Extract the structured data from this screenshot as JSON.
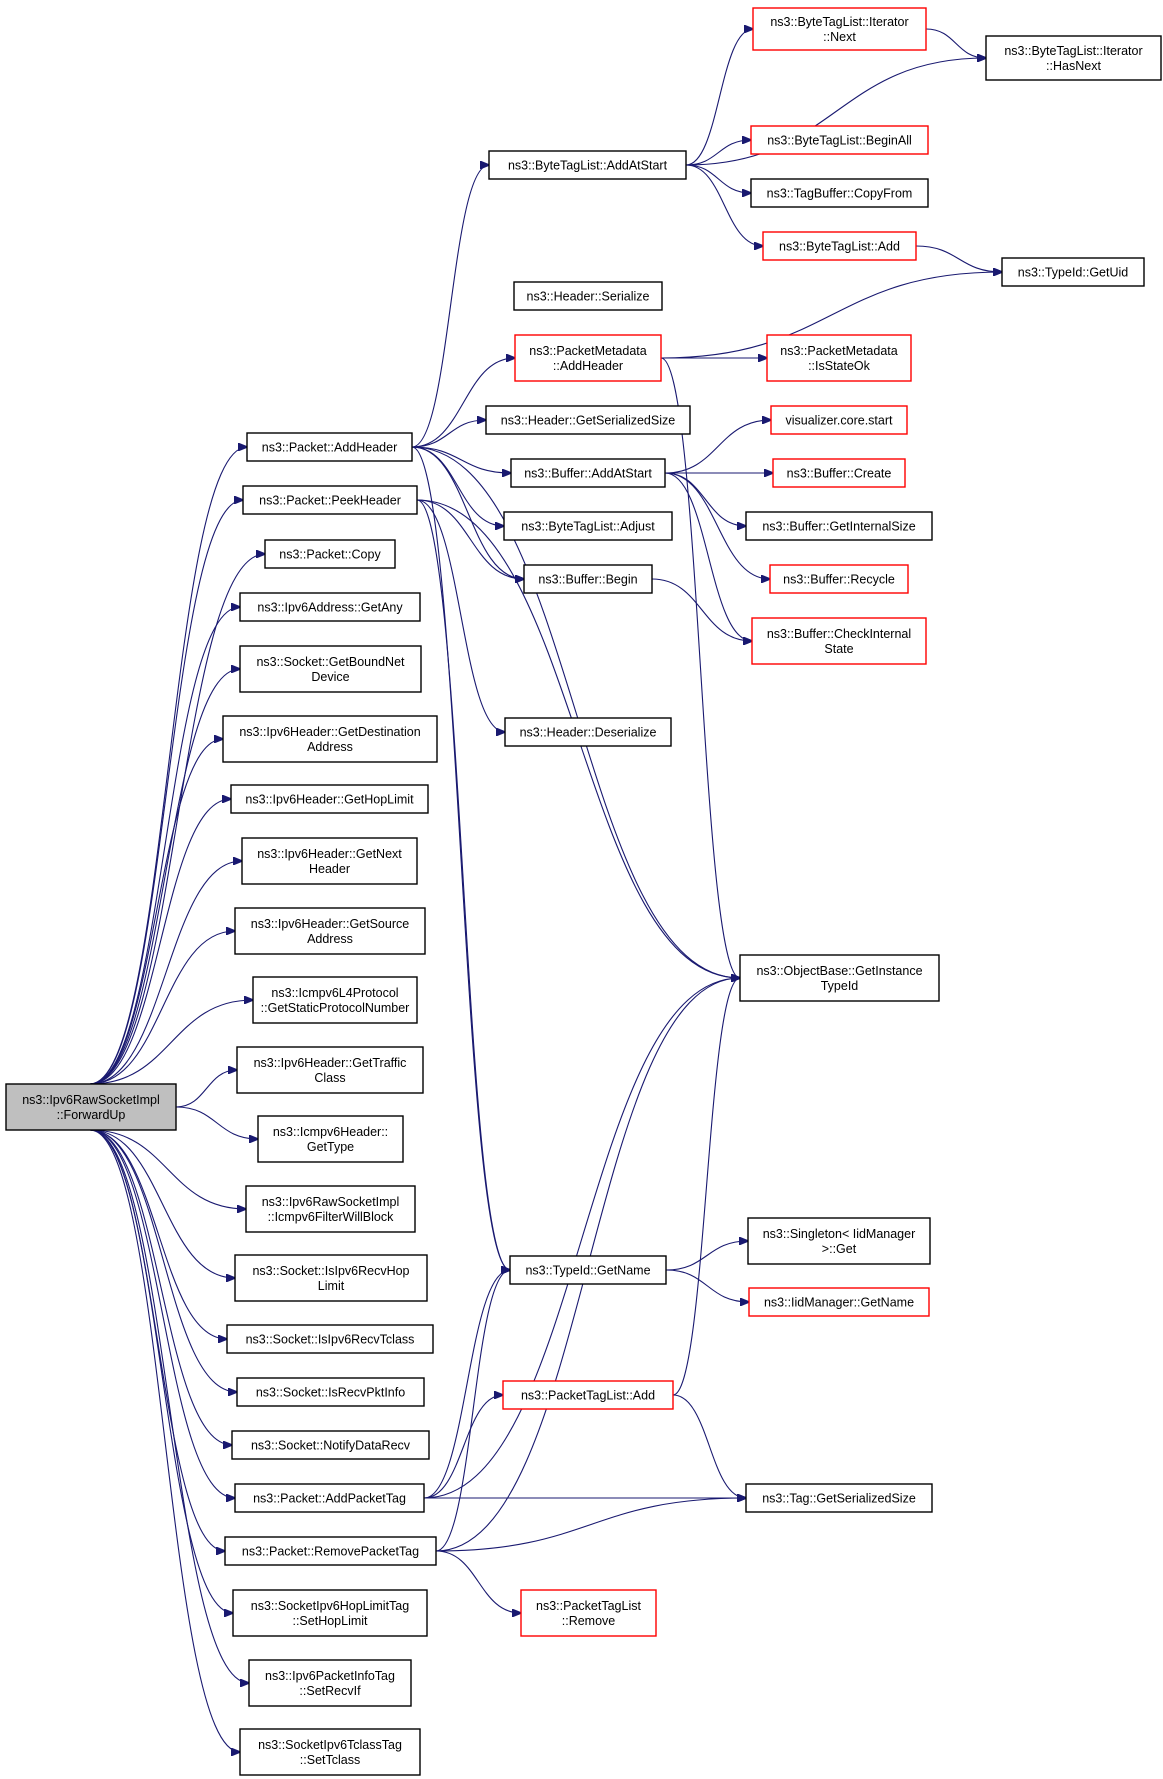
{
  "colors": {
    "edge": "#191970",
    "node_border": "#000000",
    "node_border_truncated": "#ff0000",
    "root_fill": "#bfbfbf",
    "node_fill": "#ffffff"
  },
  "nodes": [
    {
      "id": "root",
      "lines": [
        "ns3::Ipv6RawSocketImpl",
        "::ForwardUp"
      ],
      "style": "root"
    },
    {
      "id": "p_addheader",
      "lines": [
        "ns3::Packet::AddHeader"
      ],
      "style": "black"
    },
    {
      "id": "p_peekheader",
      "lines": [
        "ns3::Packet::PeekHeader"
      ],
      "style": "black"
    },
    {
      "id": "p_copy",
      "lines": [
        "ns3::Packet::Copy"
      ],
      "style": "black"
    },
    {
      "id": "ipv6addr_getany",
      "lines": [
        "ns3::Ipv6Address::GetAny"
      ],
      "style": "black"
    },
    {
      "id": "sock_getbound",
      "lines": [
        "ns3::Socket::GetBoundNet",
        "Device"
      ],
      "style": "black"
    },
    {
      "id": "ipv6h_getdest",
      "lines": [
        "ns3::Ipv6Header::GetDestination",
        "Address"
      ],
      "style": "black"
    },
    {
      "id": "ipv6h_gethop",
      "lines": [
        "ns3::Ipv6Header::GetHopLimit"
      ],
      "style": "black"
    },
    {
      "id": "ipv6h_getnext",
      "lines": [
        "ns3::Ipv6Header::GetNext",
        "Header"
      ],
      "style": "black"
    },
    {
      "id": "ipv6h_getsrc",
      "lines": [
        "ns3::Ipv6Header::GetSource",
        "Address"
      ],
      "style": "black"
    },
    {
      "id": "icmp_getstatic",
      "lines": [
        "ns3::Icmpv6L4Protocol",
        "::GetStaticProtocolNumber"
      ],
      "style": "black"
    },
    {
      "id": "ipv6h_gettraffic",
      "lines": [
        "ns3::Ipv6Header::GetTraffic",
        "Class"
      ],
      "style": "black"
    },
    {
      "id": "icmph_gettype",
      "lines": [
        "ns3::Icmpv6Header::",
        "GetType"
      ],
      "style": "black"
    },
    {
      "id": "raw_icmpfilter",
      "lines": [
        "ns3::Ipv6RawSocketImpl",
        "::Icmpv6FilterWillBlock"
      ],
      "style": "black"
    },
    {
      "id": "sock_isipv6hop",
      "lines": [
        "ns3::Socket::IsIpv6RecvHop",
        "Limit"
      ],
      "style": "black"
    },
    {
      "id": "sock_isipv6tclass",
      "lines": [
        "ns3::Socket::IsIpv6RecvTclass"
      ],
      "style": "black"
    },
    {
      "id": "sock_isrecvpkt",
      "lines": [
        "ns3::Socket::IsRecvPktInfo"
      ],
      "style": "black"
    },
    {
      "id": "sock_notify",
      "lines": [
        "ns3::Socket::NotifyDataRecv"
      ],
      "style": "black"
    },
    {
      "id": "p_addpackettag",
      "lines": [
        "ns3::Packet::AddPacketTag"
      ],
      "style": "black"
    },
    {
      "id": "p_removepackettag",
      "lines": [
        "ns3::Packet::RemovePacketTag"
      ],
      "style": "black"
    },
    {
      "id": "hoptag_set",
      "lines": [
        "ns3::SocketIpv6HopLimitTag",
        "::SetHopLimit"
      ],
      "style": "black"
    },
    {
      "id": "pktinfo_set",
      "lines": [
        "ns3::Ipv6PacketInfoTag",
        "::SetRecvIf"
      ],
      "style": "black"
    },
    {
      "id": "tclasstag_set",
      "lines": [
        "ns3::SocketIpv6TclassTag",
        "::SetTclass"
      ],
      "style": "black"
    },
    {
      "id": "btl_addatstart",
      "lines": [
        "ns3::ByteTagList::AddAtStart"
      ],
      "style": "black"
    },
    {
      "id": "hdr_serialize",
      "lines": [
        "ns3::Header::Serialize"
      ],
      "style": "black"
    },
    {
      "id": "pm_addheader",
      "lines": [
        "ns3::PacketMetadata",
        "::AddHeader"
      ],
      "style": "red"
    },
    {
      "id": "hdr_getsersize",
      "lines": [
        "ns3::Header::GetSerializedSize"
      ],
      "style": "black"
    },
    {
      "id": "buf_addatstart",
      "lines": [
        "ns3::Buffer::AddAtStart"
      ],
      "style": "black"
    },
    {
      "id": "btl_adjust",
      "lines": [
        "ns3::ByteTagList::Adjust"
      ],
      "style": "black"
    },
    {
      "id": "buf_begin",
      "lines": [
        "ns3::Buffer::Begin"
      ],
      "style": "black"
    },
    {
      "id": "hdr_deserialize",
      "lines": [
        "ns3::Header::Deserialize"
      ],
      "style": "black"
    },
    {
      "id": "typeid_getname",
      "lines": [
        "ns3::TypeId::GetName"
      ],
      "style": "black"
    },
    {
      "id": "ptl_add",
      "lines": [
        "ns3::PacketTagList::Add"
      ],
      "style": "red"
    },
    {
      "id": "btl_iter_next",
      "lines": [
        "ns3::ByteTagList::Iterator",
        "::Next"
      ],
      "style": "red"
    },
    {
      "id": "btl_beginall",
      "lines": [
        "ns3::ByteTagList::BeginAll"
      ],
      "style": "red"
    },
    {
      "id": "tagbuf_copyfrom",
      "lines": [
        "ns3::TagBuffer::CopyFrom"
      ],
      "style": "black"
    },
    {
      "id": "btl_add",
      "lines": [
        "ns3::ByteTagList::Add"
      ],
      "style": "red"
    },
    {
      "id": "pm_isstateok",
      "lines": [
        "ns3::PacketMetadata",
        "::IsStateOk"
      ],
      "style": "red"
    },
    {
      "id": "viz_start",
      "lines": [
        "visualizer.core.start"
      ],
      "style": "red"
    },
    {
      "id": "buf_create",
      "lines": [
        "ns3::Buffer::Create"
      ],
      "style": "red"
    },
    {
      "id": "buf_getinternal",
      "lines": [
        "ns3::Buffer::GetInternalSize"
      ],
      "style": "black"
    },
    {
      "id": "buf_recycle",
      "lines": [
        "ns3::Buffer::Recycle"
      ],
      "style": "red"
    },
    {
      "id": "buf_checkinternal",
      "lines": [
        "ns3::Buffer::CheckInternal",
        "State"
      ],
      "style": "red"
    },
    {
      "id": "ob_getinstance",
      "lines": [
        "ns3::ObjectBase::GetInstance",
        "TypeId"
      ],
      "style": "black"
    },
    {
      "id": "singleton_get",
      "lines": [
        "ns3::Singleton< IidManager",
        ">::Get"
      ],
      "style": "black"
    },
    {
      "id": "iidmgr_getname",
      "lines": [
        "ns3::IidManager::GetName"
      ],
      "style": "red"
    },
    {
      "id": "tag_getsersize",
      "lines": [
        "ns3::Tag::GetSerializedSize"
      ],
      "style": "black"
    },
    {
      "id": "ptl_remove",
      "lines": [
        "ns3::PacketTagList",
        "::Remove"
      ],
      "style": "red"
    },
    {
      "id": "btl_iter_hasnext",
      "lines": [
        "ns3::ByteTagList::Iterator",
        "::HasNext"
      ],
      "style": "black"
    },
    {
      "id": "typeid_getuid",
      "lines": [
        "ns3::TypeId::GetUid"
      ],
      "style": "black"
    }
  ]
}
